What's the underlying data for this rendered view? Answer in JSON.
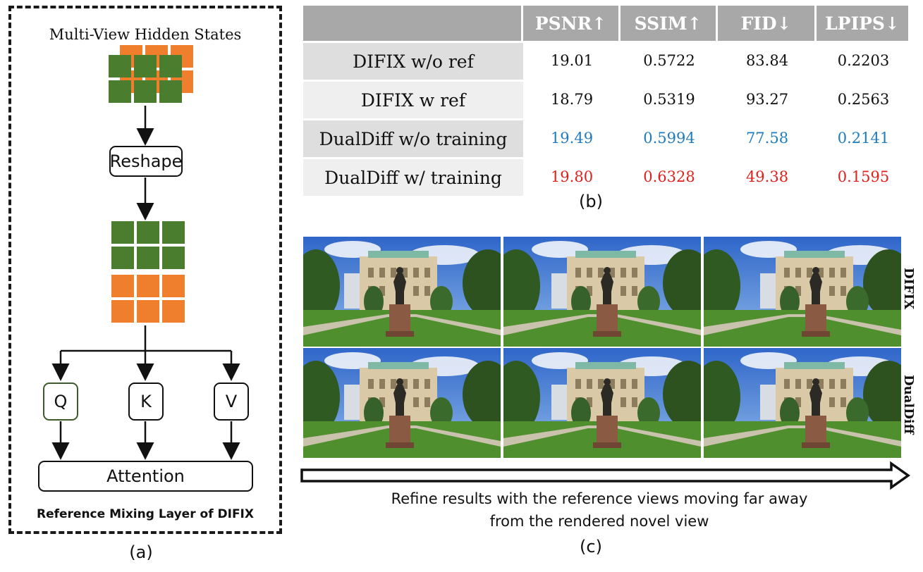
{
  "panel_a": {
    "title": "Multi-View Hidden States",
    "reshape_label": "Reshape",
    "q_label": "Q",
    "k_label": "K",
    "v_label": "V",
    "attention_label": "Attention",
    "caption": "Reference Mixing Layer of DIFIX",
    "sub_label": "(a)",
    "colors": {
      "green": "#4a7d2e",
      "orange": "#ef7f2c"
    }
  },
  "panel_b": {
    "headers": [
      "",
      "PSNR↑",
      "SSIM↑",
      "FID↓",
      "LPIPS↓"
    ],
    "rows": [
      {
        "method": "DIFIX w/o ref",
        "values": [
          "19.01",
          "0.5722",
          "83.84",
          "0.2203"
        ],
        "color": "#111111"
      },
      {
        "method": "DIFIX w ref",
        "values": [
          "18.79",
          "0.5319",
          "93.27",
          "0.2563"
        ],
        "color": "#111111"
      },
      {
        "method": "DualDiff w/o training",
        "values": [
          "19.49",
          "0.5994",
          "77.58",
          "0.2141"
        ],
        "color": "#1f7bbf"
      },
      {
        "method": "DualDiff w/ training",
        "values": [
          "19.80",
          "0.6328",
          "49.38",
          "0.1595"
        ],
        "color": "#e0201b"
      }
    ],
    "sub_label": "(b)"
  },
  "panel_c": {
    "row_labels": [
      "DIFIX",
      "DualDiff"
    ],
    "caption_line1": "Refine results with the reference views moving far away",
    "caption_line2": "from the rendered novel view",
    "sub_label": "(c)"
  }
}
